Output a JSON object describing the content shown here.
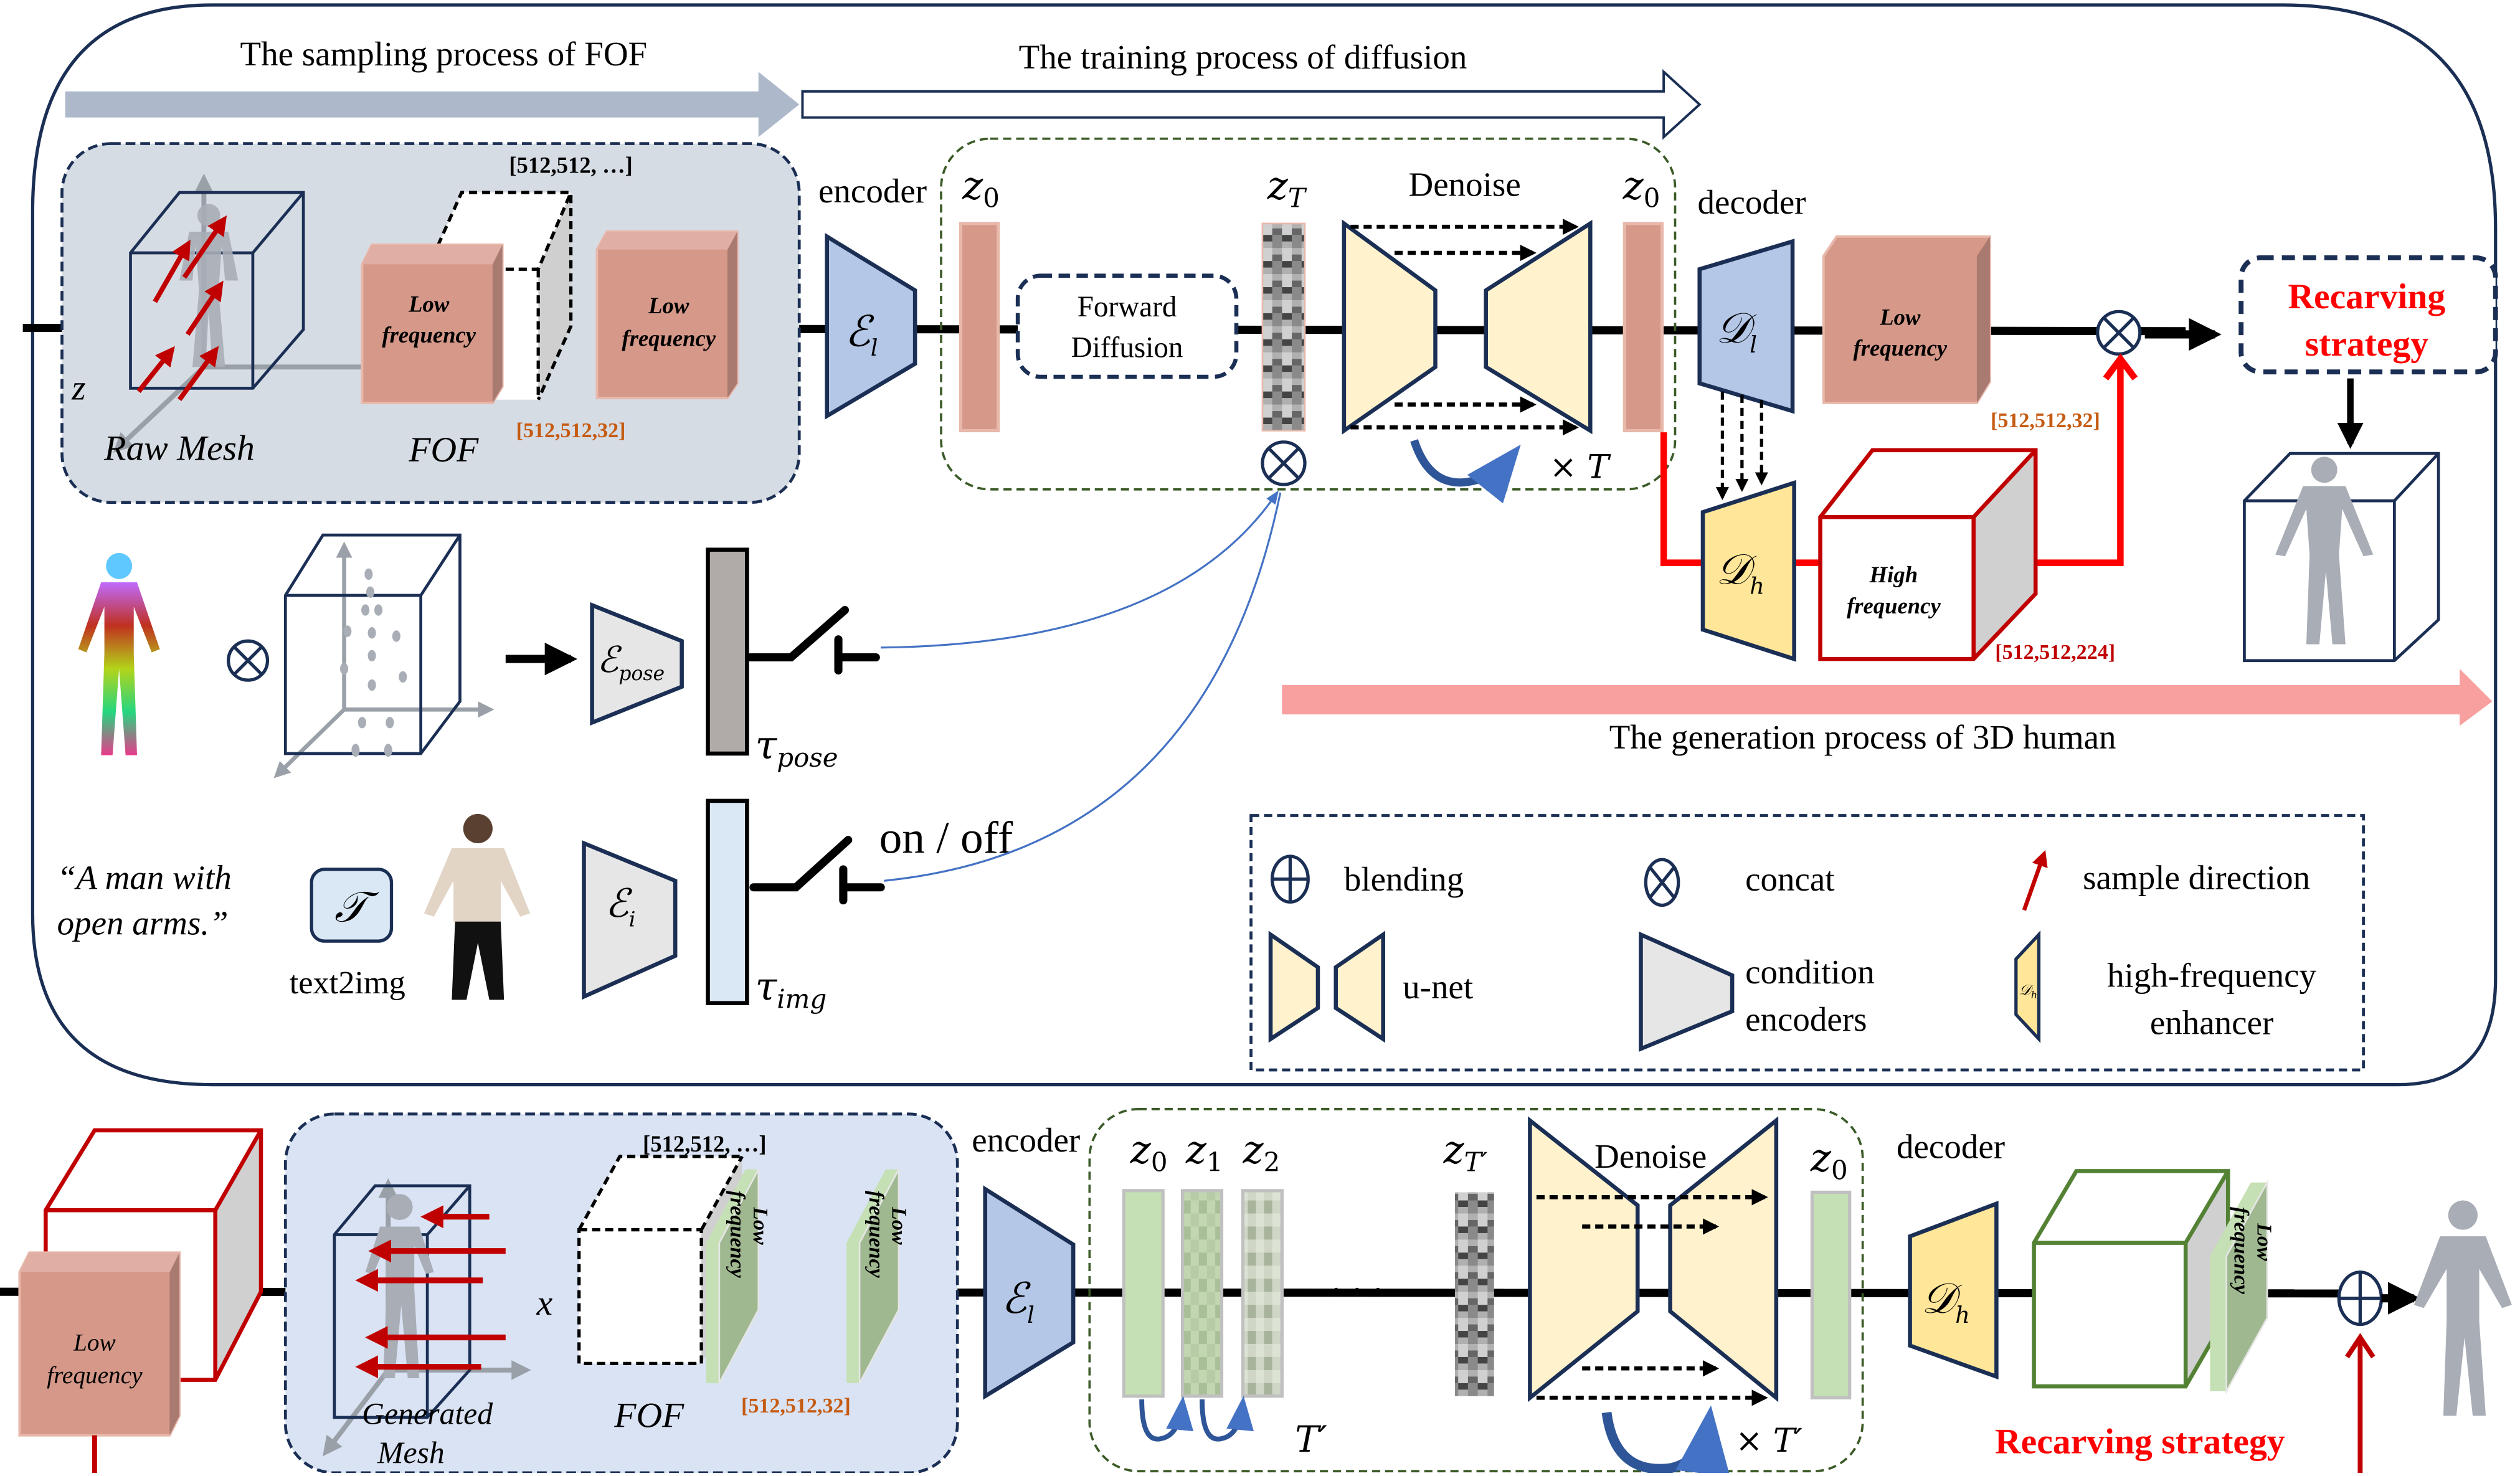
{
  "top_panel": {
    "sampling_arrow_label": "The sampling process of FOF",
    "training_arrow_label": "The training process of diffusion",
    "generation_arrow_label": "The generation process of 3D human",
    "fof_group": {
      "dims_top": "[512,512, …]",
      "block1_label_line1": "Low",
      "block1_label_line2": "frequency",
      "block2_label_line1": "Low",
      "block2_label_line2": "frequency",
      "dims_bottom": "[512,512,32]",
      "raw_mesh_label": "Raw Mesh",
      "fof_label": "FOF",
      "axis_label": "z"
    },
    "encoder_label": "encoder",
    "encoder_symbol": "ℰ",
    "encoder_sub": "l",
    "z0_left": "z",
    "z0_left_sub": "0",
    "forward_diffusion_line1": "Forward",
    "forward_diffusion_line2": "Diffusion",
    "zT": "z",
    "zT_sub": "T",
    "denoise_label": "Denoise",
    "times_T": "× T",
    "z0_right": "z",
    "z0_right_sub": "0",
    "decoder_label": "decoder",
    "decoder_l_symbol": "𝒟",
    "decoder_l_sub": "l",
    "decoder_h_symbol": "𝒟",
    "decoder_h_sub": "h",
    "low_freq_out_line1": "Low",
    "low_freq_out_line2": "frequency",
    "low_freq_out_dims": "[512,512,32]",
    "high_freq_line1": "High",
    "high_freq_line2": "frequency",
    "high_freq_dims": "[512,512,224]",
    "recarving_line1": "Recarving",
    "recarving_line2": "strategy",
    "pose_encoder_symbol": "ℰ",
    "pose_encoder_sub": "pose",
    "tau_pose": "τ",
    "tau_pose_sub": "pose",
    "img_encoder_symbol": "ℰ",
    "img_encoder_sub": "i",
    "tau_img": "τ",
    "tau_img_sub": "img",
    "on_off": "on / off",
    "prompt_line1": "“A man with",
    "prompt_line2": "open arms.”",
    "text2img_symbol": "𝒯",
    "text2img_label": "text2img"
  },
  "legend": {
    "items": [
      {
        "icon": "blending-icon",
        "label": "blending"
      },
      {
        "icon": "concat-icon",
        "label": "concat"
      },
      {
        "icon": "sample-direction-icon",
        "label": "sample direction"
      },
      {
        "icon": "unet-icon",
        "label": "u-net"
      },
      {
        "icon": "condition-encoder-icon",
        "label_line1": "condition",
        "label_line2": "encoders"
      },
      {
        "icon": "hf-enhancer-icon",
        "label_line1": "high-frequency",
        "label_line2": "enhancer",
        "icon_text": "𝒟",
        "icon_sub": "h"
      }
    ]
  },
  "bottom_panel": {
    "input_low_line1": "Low",
    "input_low_line2": "frequency",
    "dims_top": "[512,512, …]",
    "generated_mesh_line1": "Generated",
    "generated_mesh_line2": "Mesh",
    "axis_label": "x",
    "fof_label": "FOF",
    "slab1_line1": "Low",
    "slab1_line2": "frequency",
    "slab2_line1": "Low",
    "slab2_line2": "frequency",
    "dims_bottom": "[512,512,32]",
    "encoder_label": "encoder",
    "encoder_symbol": "ℰ",
    "encoder_sub": "l",
    "z0": "z",
    "z0_sub": "0",
    "z1": "z",
    "z1_sub": "1",
    "z2": "z",
    "z2_sub": "2",
    "dots": "· · ·",
    "zT": "z",
    "zT_sub": "T′",
    "T_prime": "T′",
    "denoise_label": "Denoise",
    "times_T": "× T′",
    "z0_out": "z",
    "z0_out_sub": "0",
    "decoder_label": "decoder",
    "decoder_symbol": "𝒟",
    "decoder_sub": "h",
    "out_slab_line1": "Low",
    "out_slab_line2": "frequency",
    "recarving_label": "Recarving strategy"
  },
  "colors": {
    "frame": "#1b2f55",
    "encoder_blue": "#b4c7e7",
    "latent_salmon": "#d59889",
    "unet_yellow": "#fff2cc",
    "dh_yellow": "#ffe699",
    "cond_gray": "#e6e6e6",
    "sampling_arrow": "#adb9ca",
    "generation_arrow": "#f8a0a0",
    "red": "#ff0000",
    "dark_red": "#c00000",
    "orange_dims": "#c55a11",
    "green_latent": "#c5e0b4",
    "green_slab": "#a0b890",
    "panel_bg": "#d6dce4",
    "panel_bg_bottom": "#dae3f3",
    "green_dash": "#3a5a26",
    "link_blue": "#4472c4"
  }
}
